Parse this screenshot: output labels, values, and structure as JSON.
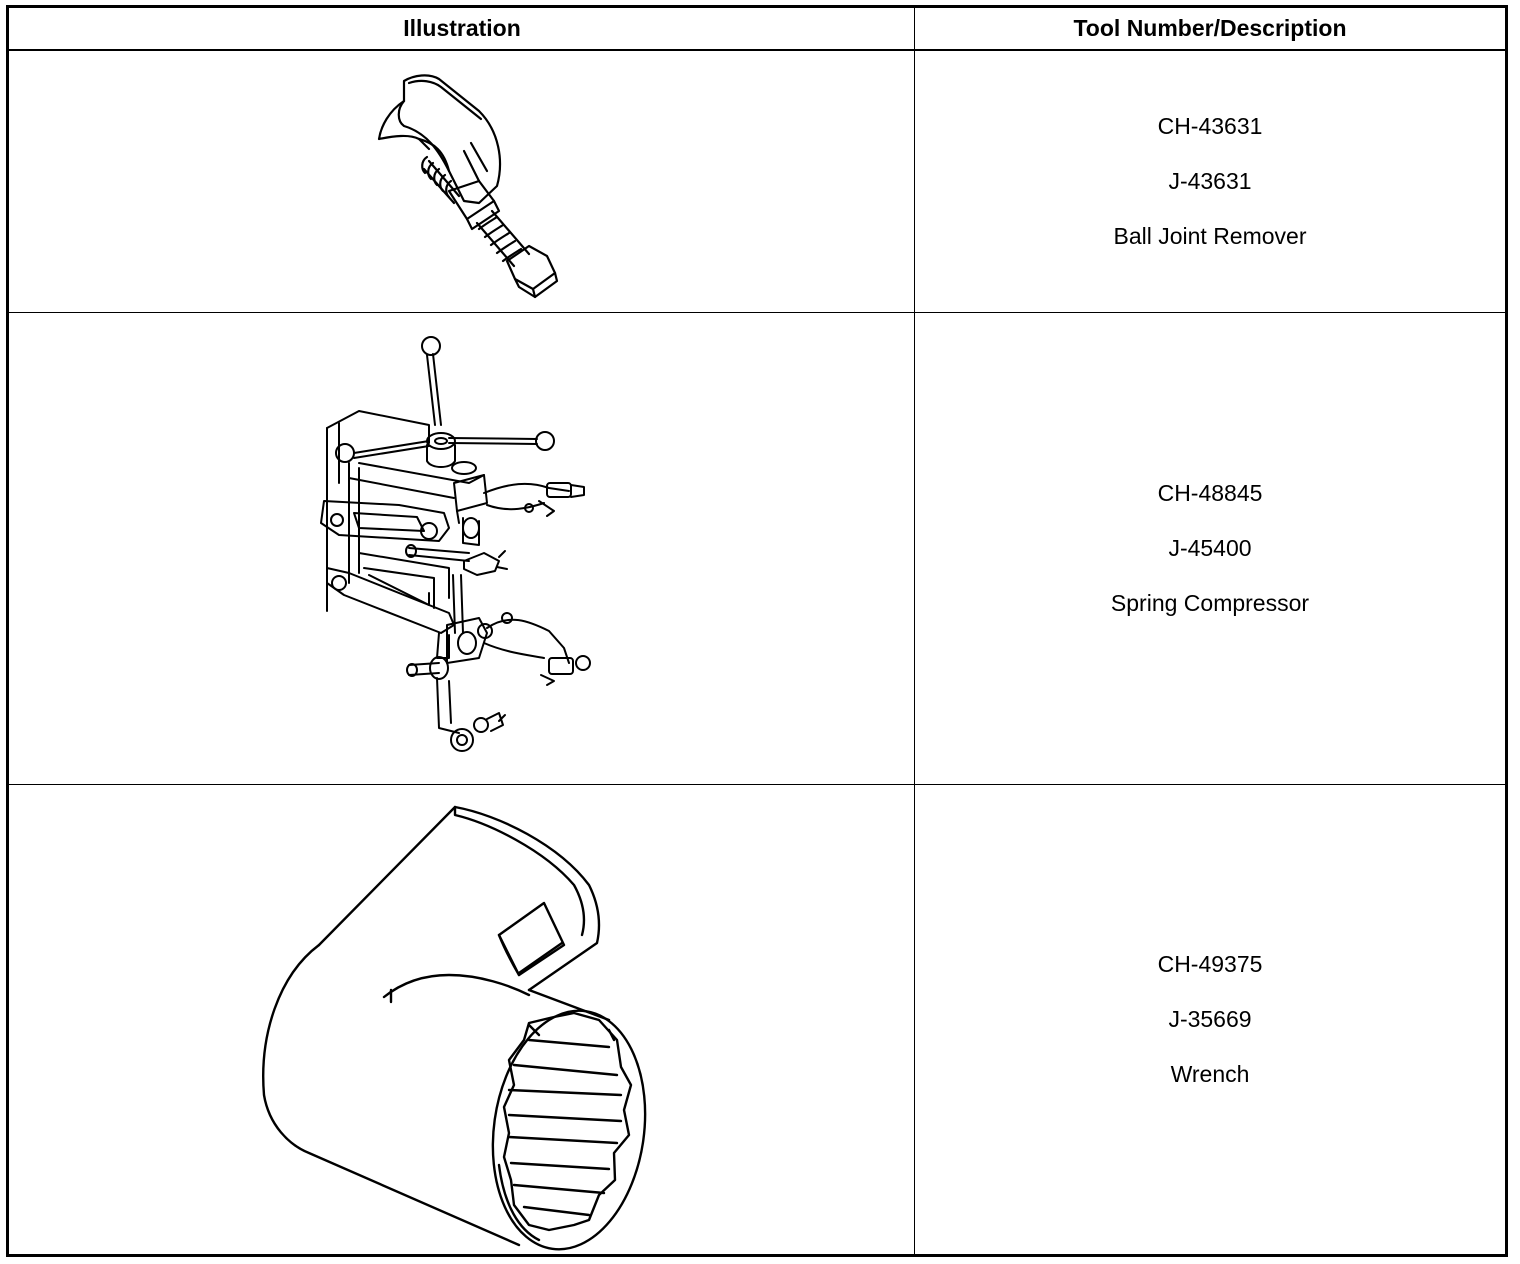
{
  "table": {
    "headers": {
      "illustration": "Illustration",
      "description": "Tool Number/Description"
    },
    "rows": [
      {
        "icon": "ball-joint-remover-illustration",
        "lines": [
          "CH-43631",
          "J-43631",
          "Ball Joint Remover"
        ]
      },
      {
        "icon": "spring-compressor-illustration",
        "lines": [
          "CH-48845",
          "J-45400",
          "Spring Compressor"
        ]
      },
      {
        "icon": "wrench-illustration",
        "lines": [
          "CH-49375",
          "J-35669",
          "Wrench"
        ]
      }
    ]
  }
}
